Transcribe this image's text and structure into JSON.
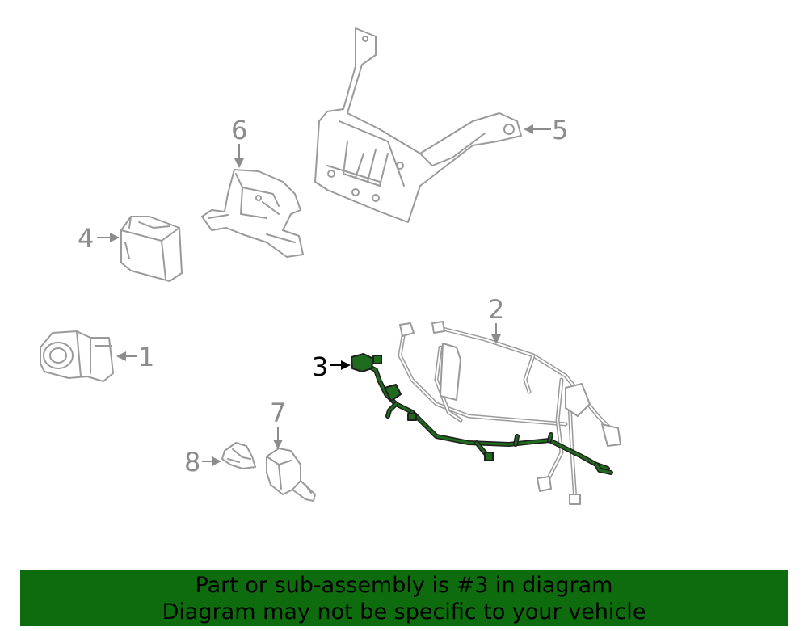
{
  "callouts": {
    "c1": "1",
    "c2": "2",
    "c3": "3",
    "c4": "4",
    "c5": "5",
    "c6": "6",
    "c7": "7",
    "c8": "8"
  },
  "highlighted_callout": "3",
  "colors": {
    "highlight": "#1e6b1e",
    "banner": "#0e6b0e",
    "part_lines": "#9a9a9a"
  },
  "banner": {
    "line1": "Part or sub-assembly is #3 in diagram",
    "line2": "Diagram may not be specific to your vehicle"
  }
}
